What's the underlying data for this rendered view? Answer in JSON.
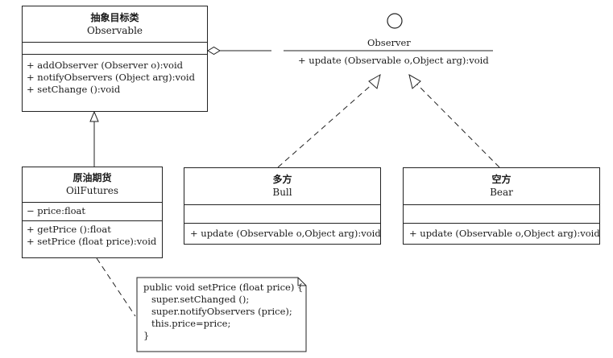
{
  "observable": {
    "title_cn": "抽象目标类",
    "title_en": "Observable",
    "methods": [
      "+ addObserver (Observer o):void",
      "+ notifyObservers (Object arg):void",
      "+ setChange ():void"
    ]
  },
  "observer": {
    "name": "Observer",
    "method": "+ update (Observable o,Object arg):void"
  },
  "oilfutures": {
    "title_cn": "原油期货",
    "title_en": "OilFutures",
    "attrs": [
      "− price:float"
    ],
    "methods": [
      "+ getPrice ():float",
      "+ setPrice (float price):void"
    ]
  },
  "bull": {
    "title_cn": "多方",
    "title_en": "Bull",
    "method": "+ update (Observable o,Object arg):void"
  },
  "bear": {
    "title_cn": "空方",
    "title_en": "Bear",
    "method": "+ update (Observable o,Object arg):void"
  },
  "note": {
    "lines": [
      "public void setPrice (float price) {",
      "  super.setChanged ();",
      "  super.notifyObservers (price);",
      "  this.price=price;",
      "}"
    ]
  }
}
